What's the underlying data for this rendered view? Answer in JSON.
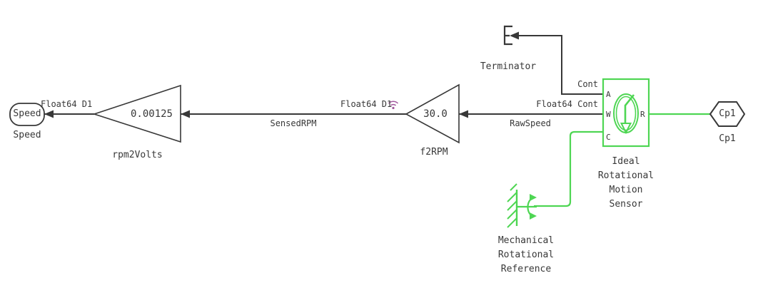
{
  "colors": {
    "line": "#383838",
    "physical_green": "#4ed653",
    "logging_purple": "#a2589d",
    "background": "#ffffff"
  },
  "blocks": {
    "speed_port": {
      "text": "Speed",
      "label": "Speed"
    },
    "rpm2volts": {
      "value": "0.00125",
      "label": "rpm2Volts"
    },
    "f2rpm": {
      "value": "30.0",
      "label": "f2RPM"
    },
    "terminator": {
      "label": "Terminator"
    },
    "sensor": {
      "label_line1": "Ideal",
      "label_line2": "Rotational",
      "label_line3": "Motion",
      "label_line4": "Sensor",
      "port_a": "A",
      "port_w": "W",
      "port_c": "C",
      "port_r": "R"
    },
    "reference": {
      "label_line1": "Mechanical",
      "label_line2": "Rotational",
      "label_line3": "Reference"
    },
    "cp1": {
      "text": "Cp1",
      "label": "Cp1"
    }
  },
  "signals": {
    "speed_type": "Float64 D1",
    "sensedrpm_name": "SensedRPM",
    "sensedrpm_type": "Float64 D1",
    "rawspeed_name": "RawSpeed",
    "rawspeed_type": "Float64 Cont",
    "a_type": "Cont"
  }
}
